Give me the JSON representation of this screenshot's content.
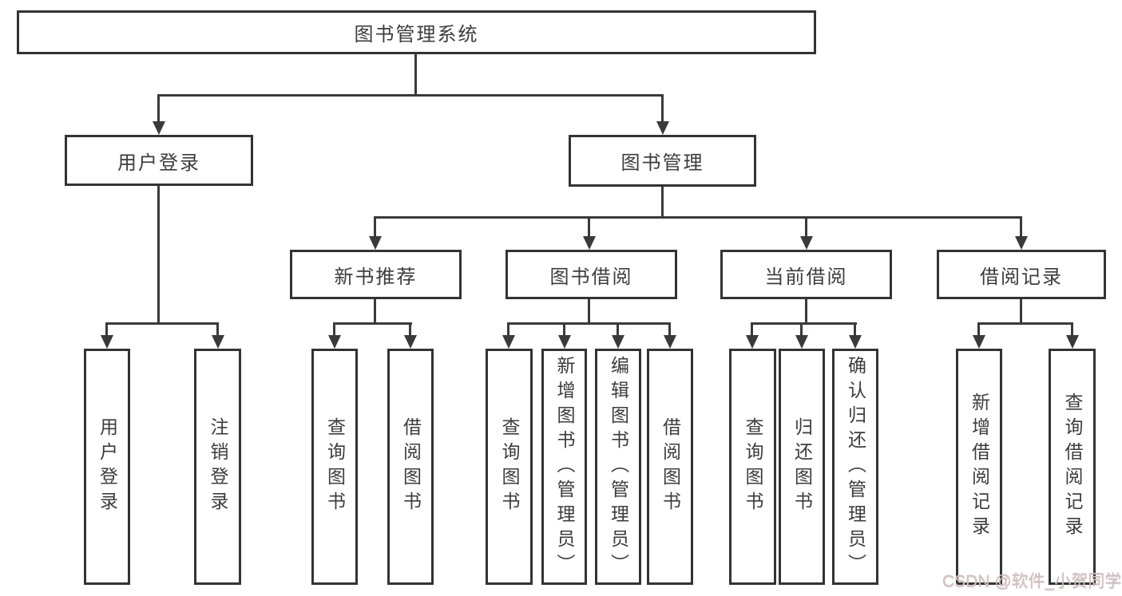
{
  "diagram": {
    "title": "图书管理系统",
    "root": {
      "label": "图书管理系统"
    },
    "level2": [
      {
        "label": "用户登录"
      },
      {
        "label": "图书管理"
      }
    ],
    "level3": [
      {
        "label": "新书推荐"
      },
      {
        "label": "图书借阅"
      },
      {
        "label": "当前借阅"
      },
      {
        "label": "借阅记录"
      }
    ],
    "leaves": [
      {
        "label": "用户登录"
      },
      {
        "label": "注销登录"
      },
      {
        "label": "查询图书"
      },
      {
        "label": "借阅图书"
      },
      {
        "label": "查询图书"
      },
      {
        "label": "新增图书（管理员）"
      },
      {
        "label": "编辑图书（管理员）"
      },
      {
        "label": "借阅图书"
      },
      {
        "label": "查询图书"
      },
      {
        "label": "归还图书"
      },
      {
        "label": "确认归还（管理员）"
      },
      {
        "label": "新增借阅记录"
      },
      {
        "label": "查询借阅记录"
      }
    ],
    "watermark": "CSDN @软件_小贺同学",
    "colors": {
      "line": "#3a3a3a",
      "box_border": "#333333",
      "text": "#3c3c3c",
      "watermark": "#d5bfbf",
      "background": "#ffffff"
    }
  }
}
